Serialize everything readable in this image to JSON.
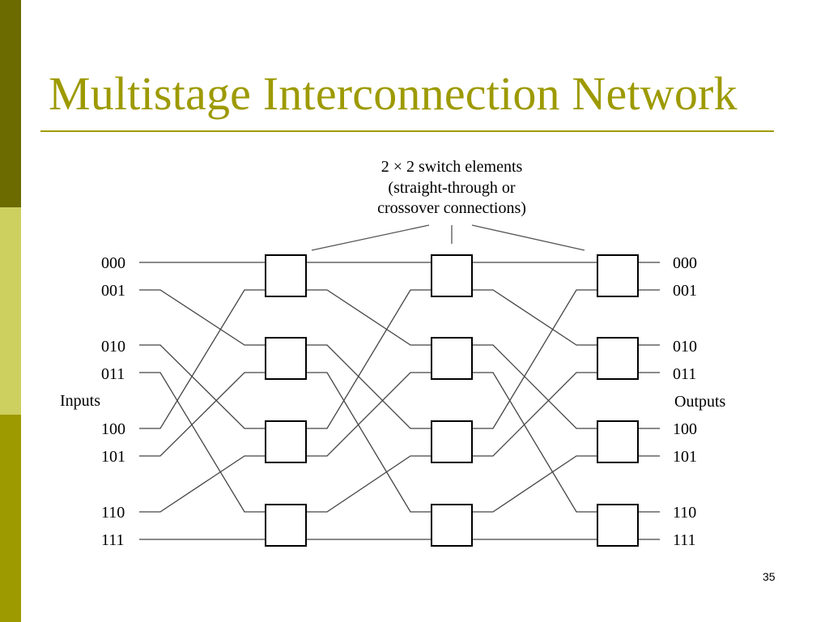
{
  "slide": {
    "title": "Multistage Interconnection Network",
    "page_number": "35",
    "accent_colors": [
      "#6b6b00",
      "#cdd05e",
      "#9d9a00"
    ]
  },
  "diagram": {
    "callout": [
      "2 × 2 switch elements",
      "(straight-through or",
      "crossover connections)"
    ],
    "inputs_label": "Inputs",
    "outputs_label": "Outputs",
    "input_labels": [
      "000",
      "001",
      "010",
      "011",
      "100",
      "101",
      "110",
      "111"
    ],
    "output_labels": [
      "000",
      "001",
      "010",
      "011",
      "100",
      "101",
      "110",
      "111"
    ],
    "stages": 3,
    "switches_per_stage": 4
  }
}
